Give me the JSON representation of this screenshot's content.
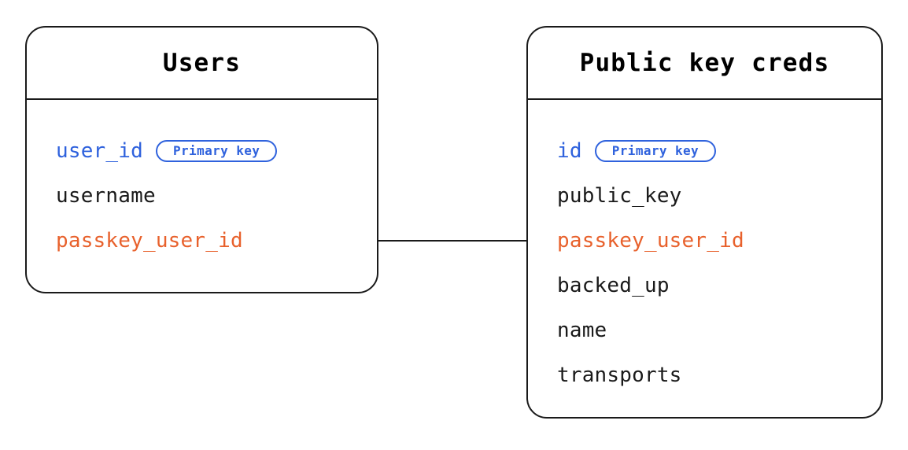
{
  "diagram": {
    "type": "entity-relationship-diagram",
    "background_color": "#ffffff",
    "colors": {
      "border": "#1a1a1a",
      "text": "#1a1a1a",
      "primary_key": "#2f62dd",
      "foreign_key": "#e8612c",
      "connector": "#1a1a1a"
    }
  },
  "entities": [
    {
      "id": "users",
      "title": "Users",
      "fields": [
        {
          "name": "user_id",
          "role": "pk",
          "badge": "Primary key"
        },
        {
          "name": "username",
          "role": "normal",
          "badge": null
        },
        {
          "name": "passkey_user_id",
          "role": "fk",
          "badge": null
        }
      ]
    },
    {
      "id": "public-key-creds",
      "title": "Public key creds",
      "fields": [
        {
          "name": "id",
          "role": "pk",
          "badge": "Primary key"
        },
        {
          "name": "public_key",
          "role": "normal",
          "badge": null
        },
        {
          "name": "passkey_user_id",
          "role": "fk",
          "badge": null
        },
        {
          "name": "backed_up",
          "role": "normal",
          "badge": null
        },
        {
          "name": "name",
          "role": "normal",
          "badge": null
        },
        {
          "name": "transports",
          "role": "normal",
          "badge": null
        }
      ]
    }
  ],
  "relationships": [
    {
      "id": "users-to-creds",
      "from_entity": "users",
      "from_field": "passkey_user_id",
      "to_entity": "public-key-creds",
      "to_field": "passkey_user_id"
    }
  ]
}
